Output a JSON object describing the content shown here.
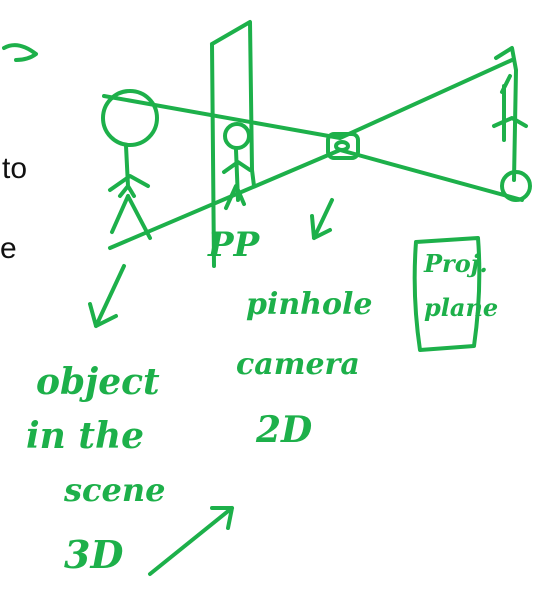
{
  "slide": {
    "fragment_to": "to",
    "fragment_e": "e"
  },
  "annotations": {
    "pp_label": "PP",
    "pinhole_label": "pinhole",
    "camera_label": "camera",
    "twod_label": "2D",
    "projection_label_1": "Proj.",
    "projection_label_2": "plane",
    "object_line_1": "object",
    "object_line_2": "in the",
    "object_line_3": "scene",
    "threed_label": "3D"
  },
  "colors": {
    "ink": "#1db04a",
    "text": "#111111",
    "background": "#ffffff"
  }
}
